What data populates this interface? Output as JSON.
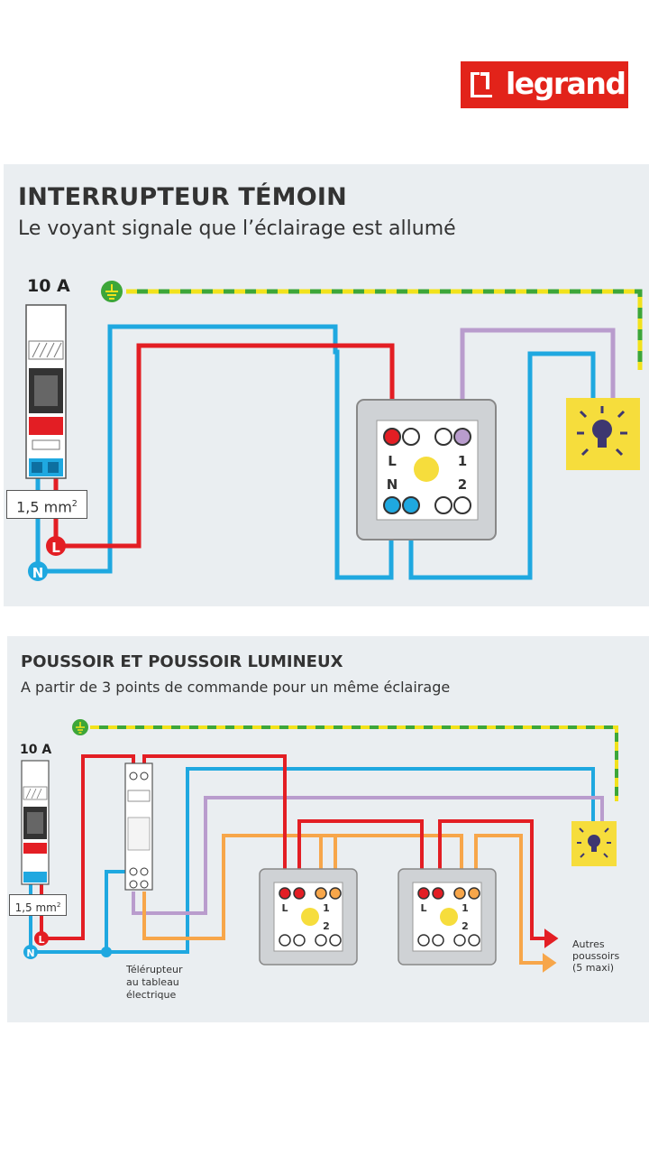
{
  "brand": {
    "name": "legrand",
    "color": "#e2231a"
  },
  "colors": {
    "live": "#e31e24",
    "neutral": "#1fa8e0",
    "earth_green": "#3da639",
    "earth_yellow": "#f2e21c",
    "return_violet": "#b99ccd",
    "return_orange": "#f7a64a",
    "panel": "#eaeef1",
    "lamp": "#f6dd3c"
  },
  "diagram1": {
    "title": "INTERRUPTEUR TÉMOIN",
    "subtitle": "Le voyant signale que l’éclairage est allumé",
    "breaker_rating": "10 A",
    "cable_section": "1,5 mm",
    "cable_section_exp": "2",
    "terminal_L": "L",
    "terminal_N": "N",
    "switch_labels": {
      "L": "L",
      "N": "N",
      "one": "1",
      "two": "2"
    },
    "icons": [
      "earth-icon",
      "lamp-icon",
      "breaker-icon"
    ]
  },
  "diagram2": {
    "title": "POUSSOIR ET POUSSOIR LUMINEUX",
    "subtitle": "A partir de 3 points de commande pour un même éclairage",
    "breaker_rating": "10 A",
    "cable_section": "1,5 mm",
    "cable_section_exp": "2",
    "terminal_L": "L",
    "terminal_N": "N",
    "relay_caption": "Télérupteur au tableau électrique",
    "relay_caption_lines": [
      "Télérupteur",
      "au tableau",
      "électrique"
    ],
    "switch_labels": {
      "L": "L",
      "one": "1",
      "two": "2"
    },
    "other_pushbuttons_lines": [
      "Autres poussoirs",
      "(5 maxi)"
    ]
  }
}
